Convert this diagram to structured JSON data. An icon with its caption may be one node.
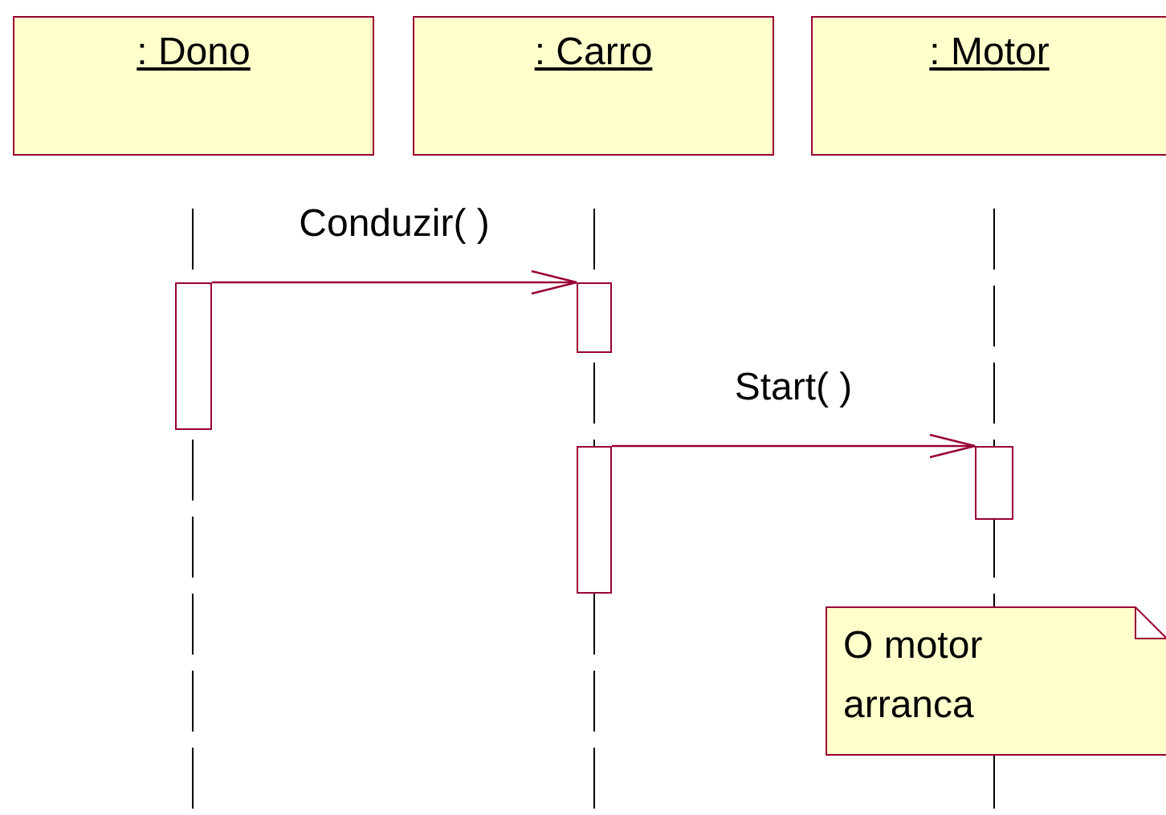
{
  "diagram": {
    "nodes": [
      {
        "text": [
          ": Dono"
        ]
      },
      {
        "text": [
          ": Carro"
        ]
      },
      {
        "text": [
          ": Motor"
        ]
      },
      {
        "text": [],
        "shape": "bar"
      },
      {
        "text": [],
        "shape": "bar"
      },
      {
        "text": [],
        "shape": "bar"
      },
      {
        "text": [],
        "shape": "bar"
      },
      {
        "text": [
          "O motor arranca"
        ]
      }
    ],
    "edges": [
      {
        "from": 3,
        "to": 4,
        "arrow": "to",
        "label": "Conduzir( )"
      },
      {
        "from": 5,
        "to": 6,
        "arrow": "to",
        "label": "Start( )"
      }
    ]
  }
}
